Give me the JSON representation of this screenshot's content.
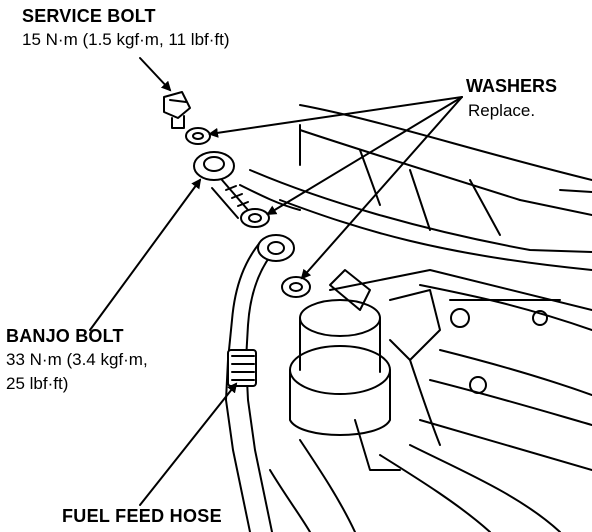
{
  "labels": {
    "service_bolt": {
      "title": "SERVICE BOLT",
      "torque": "15 N·m (1.5 kgf·m, 11 lbf·ft)"
    },
    "washers": {
      "title": "WASHERS",
      "note": "Replace."
    },
    "banjo_bolt": {
      "title": "BANJO BOLT",
      "torque_line1": "33 N·m (3.4 kgf·m,",
      "torque_line2": "25 lbf·ft)"
    },
    "fuel_feed_hose": {
      "title": "FUEL FEED HOSE"
    }
  }
}
